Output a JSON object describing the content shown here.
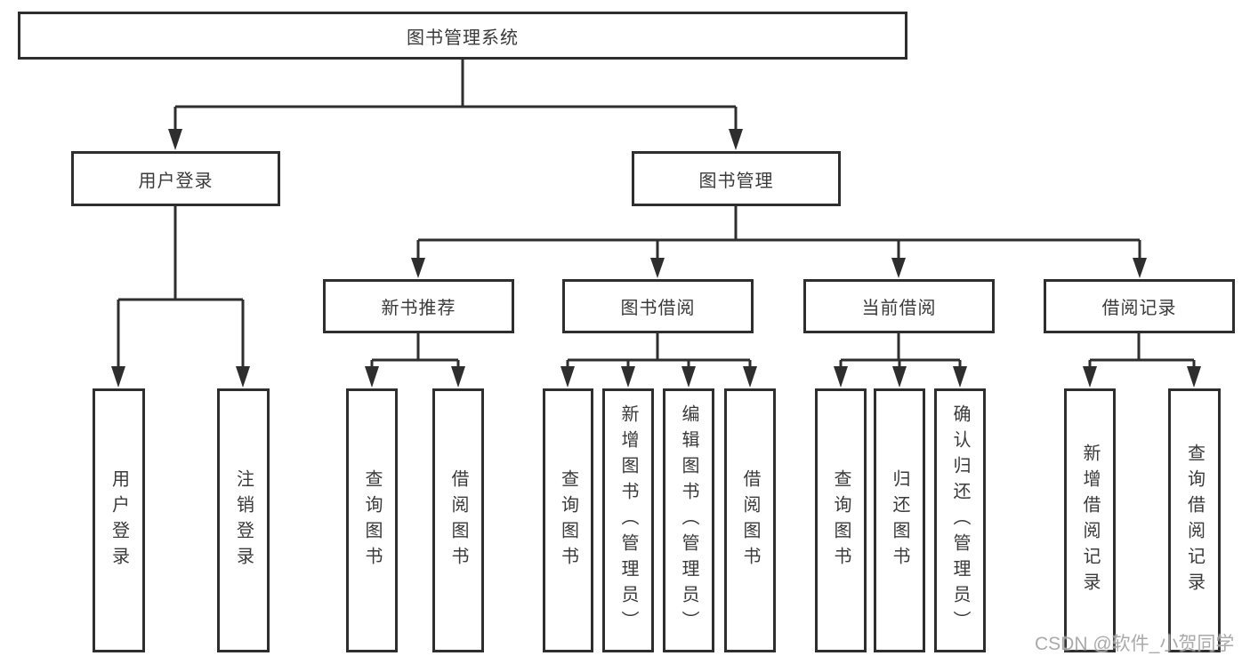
{
  "tree": {
    "root": "图书管理系统",
    "branches": [
      {
        "label": "用户登录",
        "children": [
          "用户登录",
          "注销登录"
        ]
      },
      {
        "label": "图书管理",
        "children": [
          {
            "label": "新书推荐",
            "children": [
              "查询图书",
              "借阅图书"
            ]
          },
          {
            "label": "图书借阅",
            "children": [
              "查询图书",
              "新增图书（管理员）",
              "编辑图书（管理员）",
              "借阅图书"
            ]
          },
          {
            "label": "当前借阅",
            "children": [
              "查询图书",
              "归还图书",
              "确认归还（管理员）"
            ]
          },
          {
            "label": "借阅记录",
            "children": [
              "新增借阅记录",
              "查询借阅记录"
            ]
          }
        ]
      }
    ]
  },
  "watermark": {
    "text": "CSDN @软件_小贺同学"
  },
  "colors": {
    "line": "#2e2e2e",
    "node_text": "#3a3a3a",
    "watermark": "#9b9b9b",
    "background": "#ffffff"
  }
}
